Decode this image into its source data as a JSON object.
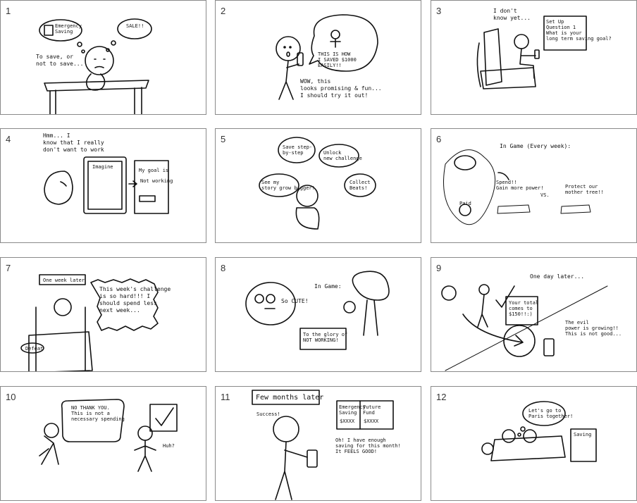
{
  "panels": [
    {
      "number": "1",
      "texts": {
        "thought1": "Emergency\nSaving",
        "thought2": "SALE!!",
        "caption": "To save, or\nnot to save..."
      }
    },
    {
      "number": "2",
      "texts": {
        "phone": "THIS IS HOW\nI SAVED $1000\nEASILY!!",
        "caption": "WOW, this\nlooks promising & fun...\nI should try it out!"
      }
    },
    {
      "number": "3",
      "texts": {
        "speech": "I don't\nknow yet...",
        "screen": "Set Up\nQuestion 1\nWhat is your\nlong term saving goal?"
      }
    },
    {
      "number": "4",
      "texts": {
        "thought": "Hmm... I\nknow that I really\ndon't want to work",
        "screen1": "Imagine",
        "screen2": "My goal is",
        "screen2b": "Not working"
      }
    },
    {
      "number": "5",
      "texts": {
        "b1": "Save step-\nby-step",
        "b2": "Unlock\nnew challenge",
        "b3": "See my\nstory grow bigger!",
        "b4": "Collect\nBeats!"
      }
    },
    {
      "number": "6",
      "texts": {
        "title": "In Game (Every week):",
        "spend": "Spend!!\nGain more power!",
        "vs": "VS.",
        "protect": "Protect our\nmother tree!!",
        "paid": "Paid"
      }
    },
    {
      "number": "7",
      "texts": {
        "tag": "One week later",
        "bubble": "This week's challenge\nis so hard!!! I\nshould spend less\nnext week...",
        "badge": "Defeat"
      }
    },
    {
      "number": "8",
      "texts": {
        "bubble": "So CUTE!",
        "title": "In Game:",
        "box": "To the glory of\nNOT WORKING!"
      }
    },
    {
      "number": "9",
      "texts": {
        "title": "One day later...",
        "phone": "Your total\ncomes to\n$150!!:)",
        "caption": "The evil\npower is growing!!\nThis is not good..."
      }
    },
    {
      "number": "10",
      "texts": {
        "bubble": "NO THANK YOU.\nThis is not a\nnecessary spending",
        "huh": "Huh?"
      }
    },
    {
      "number": "11",
      "texts": {
        "tag": "Few months later",
        "success": "Success!",
        "screen_left": "Emergency\nSaving",
        "screen_right": "Future\nFund",
        "val_left": "$XXXX",
        "val_right": "$XXXX",
        "caption": "Oh! I have enough\nsaving for this month!\nIt FEELS GOOD!"
      }
    },
    {
      "number": "12",
      "texts": {
        "bubble": "Let's go to\nParis together!",
        "frame": "Saving"
      }
    }
  ]
}
